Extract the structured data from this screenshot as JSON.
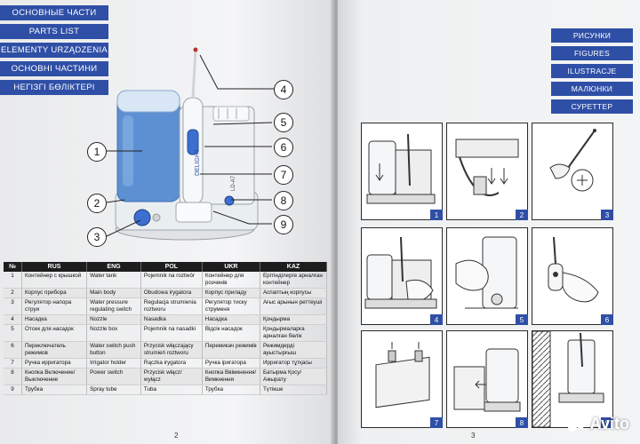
{
  "left_page": {
    "tabs": [
      "ОСНОВНЫЕ ЧАСТИ",
      "PARTS LIST",
      "ELEMENTY URZĄDZENIA",
      "ОСНОВНІ ЧАСТИНИ",
      "НЕГІЗГІ БӨЛІКТЕРІ"
    ],
    "callouts": [
      "1",
      "2",
      "3",
      "4",
      "5",
      "6",
      "7",
      "8",
      "9"
    ],
    "brand_text": "DELIGHT",
    "model_text": "LD-A7",
    "table": {
      "headers": [
        "№",
        "RUS",
        "ENG",
        "POL",
        "UKR",
        "KAZ"
      ],
      "rows": [
        [
          "1",
          "Контейнер с крышкой",
          "Water tank",
          "Pojemnik na roztwór",
          "Контейнер для розчинів",
          "Ерітінділерге арналған контейнер"
        ],
        [
          "2",
          "Корпус прибора",
          "Main body",
          "Obudowa irygatora",
          "Корпус приладу",
          "Аспаптың корпусы"
        ],
        [
          "3",
          "Регулятор напора струи",
          "Water pressure regulating switch",
          "Regulacja strumienia roztworu",
          "Регулятор тиску струменя",
          "Ағыс арынын реттеуші"
        ],
        [
          "4",
          "Насадка",
          "Nozzle",
          "Nasadka",
          "Насадка",
          "Қондырма"
        ],
        [
          "5",
          "Отсек для насадок",
          "Nozzle box",
          "Pojemnik na nasadki",
          "Відсік насадок",
          "Қондырмаларға арналған бөлік"
        ],
        [
          "6",
          "Переключатель режимов",
          "Water switch push button",
          "Przycisk włączający strumień roztworu",
          "Перемикач режимів",
          "Режимдерді ауыстырғыш"
        ],
        [
          "7",
          "Ручка ирригатора",
          "Irrigator holder",
          "Rączka irygatora",
          "Ручка іригатора",
          "Ирригатор тұтқасы"
        ],
        [
          "8",
          "Кнопка Включение/ Выключение",
          "Power switch",
          "Przycisk włącz/ wyłącz",
          "Кнопка Ввімкнення/ Вимкнення",
          "Батырма Қосу/ Ажырату"
        ],
        [
          "9",
          "Трубка",
          "Spray tube",
          "Tuba",
          "Трубка",
          "Түтікше"
        ]
      ]
    },
    "page_number": "2"
  },
  "right_page": {
    "tabs": [
      "РИСУНКИ",
      "FIGURES",
      "ILUSTRACJE",
      "МАЛЮНКИ",
      "СУРЕТТЕР"
    ],
    "figures": [
      "1",
      "2",
      "3",
      "4",
      "5",
      "6",
      "7",
      "8",
      "9"
    ],
    "page_number": "3"
  },
  "watermark": "Avito"
}
